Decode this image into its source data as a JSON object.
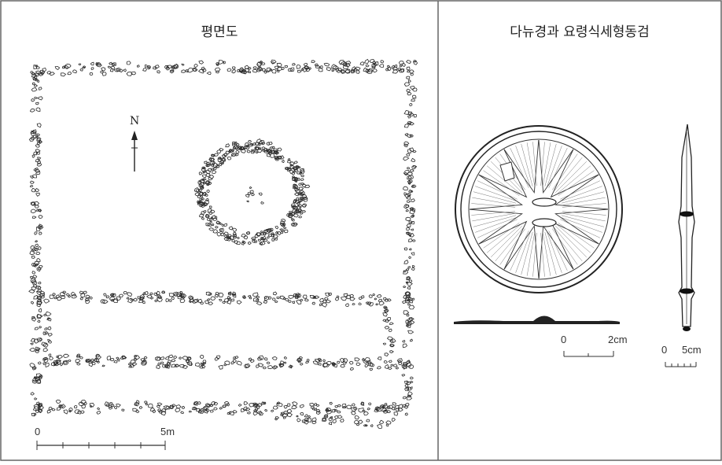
{
  "panels": {
    "plan": {
      "title": "평면도",
      "north": "N",
      "scale": {
        "start": "0",
        "end": "5m"
      }
    },
    "artifacts": {
      "title": "다뉴경과 요령식세형동검",
      "mirror_scale": {
        "start": "0",
        "end": "2cm"
      },
      "dagger_scale": {
        "start": "0",
        "end": "5cm"
      }
    }
  },
  "colors": {
    "ink": "#2a2a2a",
    "border": "#555555",
    "background": "#ffffff"
  }
}
